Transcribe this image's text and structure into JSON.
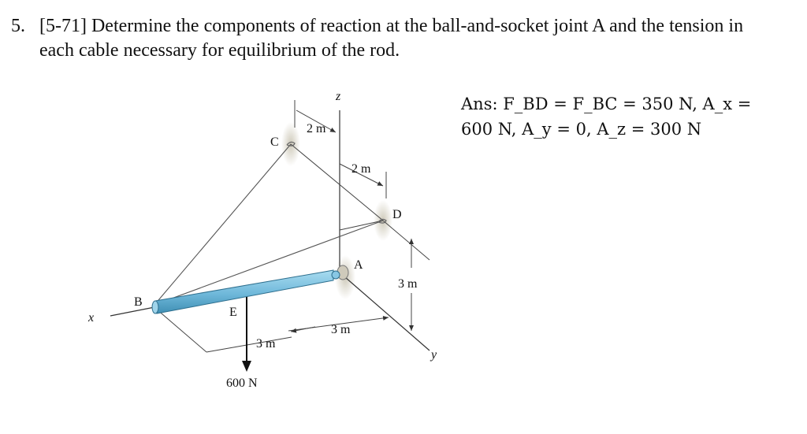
{
  "problem": {
    "number": "5.",
    "line1": "[5-71] Determine the components of reaction at the ball-and-socket joint A and the tension in",
    "line2": "each cable necessary for equilibrium of the rod."
  },
  "answer": {
    "line1": "Ans: F_BD = F_BC = 350 N, A_x =",
    "line2": "600 N, A_y = 0, A_z = 300 N"
  },
  "figure": {
    "labels": {
      "z": "z",
      "x": "x",
      "y": "y",
      "C": "C",
      "D": "D",
      "A": "A",
      "B": "B",
      "E": "E",
      "dim_2m_top": "2 m",
      "dim_2m_mid": "2 m",
      "dim_3m_vert": "3 m",
      "dim_3m_left": "3 m",
      "dim_3m_right": "3 m",
      "force": "600 N"
    },
    "colors": {
      "rod": "#7fc2e0",
      "rod_dark": "#3f8fb4",
      "socket": "#c8c3b3",
      "line": "#444444"
    }
  }
}
